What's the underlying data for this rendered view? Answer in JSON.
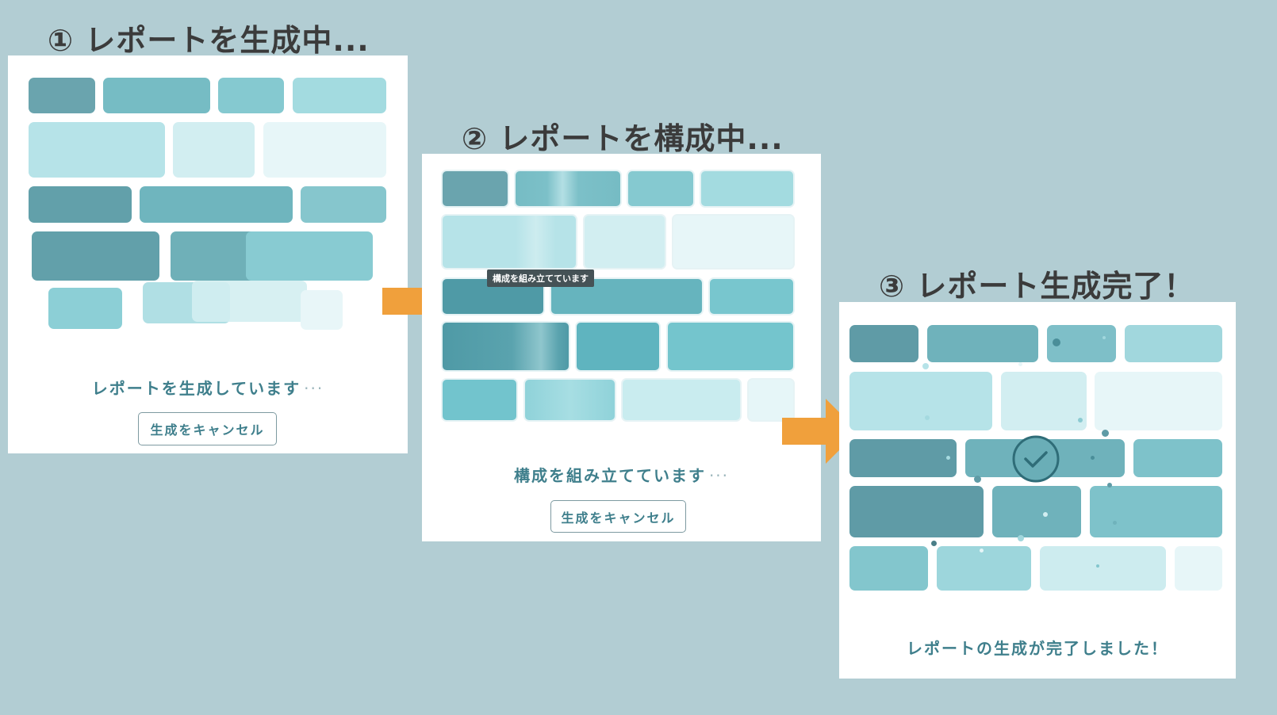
{
  "steps": [
    {
      "title": "① レポートを生成中...",
      "status": "レポートを生成しています",
      "status_dots": "···",
      "cancel_label": "生成をキャンセル"
    },
    {
      "title": "② レポートを構成中...",
      "status": "構成を組み立てています",
      "status_dots": "···",
      "cancel_label": "生成をキャンセル",
      "tooltip": "構成を組み立てています"
    },
    {
      "title": "③ レポート生成完了！",
      "status": "レポートの生成が完了しました！"
    }
  ],
  "colors": {
    "background": "#b2cdd3",
    "arrow": "#f0a03c",
    "status_text": "#3f7f8c",
    "title_text": "#3b3b3b"
  },
  "icons": {
    "arrow": "arrow-right-icon",
    "check": "check-circle-icon"
  }
}
